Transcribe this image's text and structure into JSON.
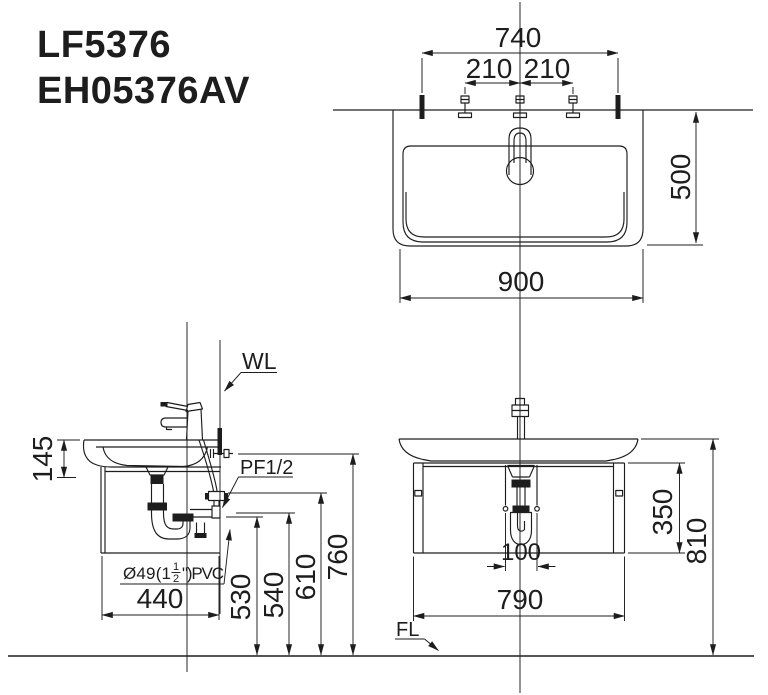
{
  "colors": {
    "ink": "#1d1d1d",
    "paper": "#ffffff"
  },
  "drawing": {
    "title_line1": "LF5376",
    "title_line2": "EH05376AV",
    "plan": {
      "bolt_span": "740",
      "hole_spacing_left": "210",
      "hole_spacing_right": "210",
      "depth": "500",
      "overall_width": "900"
    },
    "side": {
      "wall_label": "WL",
      "supply_label": "PF1/2",
      "rim_thickness": "145",
      "cabinet_depth": "440",
      "trap_height": "530",
      "waste_height": "540",
      "supply_height": "610",
      "rim_height": "760",
      "pvc_prefix": "Ø49(1",
      "pvc_frac_num": "1",
      "pvc_frac_den": "2",
      "pvc_suffix": "\")PVC"
    },
    "front": {
      "drain_offset": "100",
      "cabinet_width": "790",
      "cabinet_height": "350",
      "overall_height": "810",
      "floor_label": "FL"
    }
  }
}
